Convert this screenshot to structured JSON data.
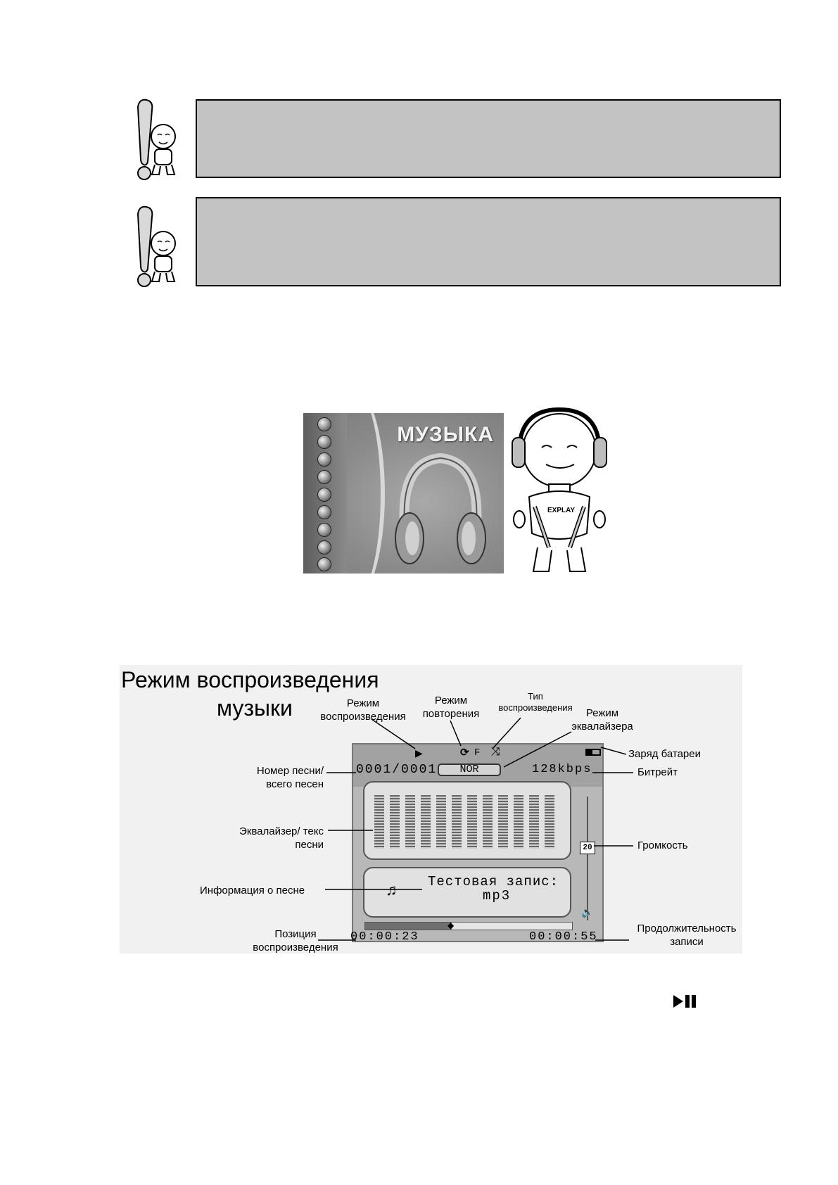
{
  "page": {
    "background": "#ffffff"
  },
  "notes": [
    {
      "box_color": "#c3c3c3"
    },
    {
      "box_color": "#c3c3c3"
    }
  ],
  "menu_illustration": {
    "title": "МУЗЫКА",
    "menu_icons": [
      "music-icon",
      "video-icon",
      "record-icon",
      "radio-icon",
      "text-icon",
      "edit-icon",
      "game-icon",
      "browser-icon",
      "settings-icon"
    ],
    "mascot_shirt_text": "EXPLAY"
  },
  "player": {
    "heading_line1": "Режим воспроизведения",
    "heading_line2": "музыки",
    "labels": {
      "play_mode": "Режим воспроизведения",
      "repeat_mode": "Режим повторения",
      "play_type": "Тип воспроизведения",
      "eq_mode": "Режим эквалайзера",
      "battery": "Заряд батареи",
      "track_number": "Номер песни/ всего песен",
      "bitrate": "Битрейт",
      "equalizer": "Эквалайзер/ текс песни",
      "volume": "Громкость",
      "song_info": "Информация о песне",
      "position": "Позиция воспроизведения",
      "duration": "Продолжительность записи"
    },
    "screen": {
      "repeat_indicator": "F",
      "track_counter": "0001/0001",
      "eq_preset": "NOR",
      "bitrate": "128kbps",
      "volume_level": "20",
      "song_title": "Тестовая запис:",
      "song_format": "mp3",
      "elapsed": "00:00:23",
      "total": "00:00:55",
      "progress_fraction": 0.42,
      "eq_bar_count": 12
    }
  },
  "footer_icon": "play-pause-icon"
}
